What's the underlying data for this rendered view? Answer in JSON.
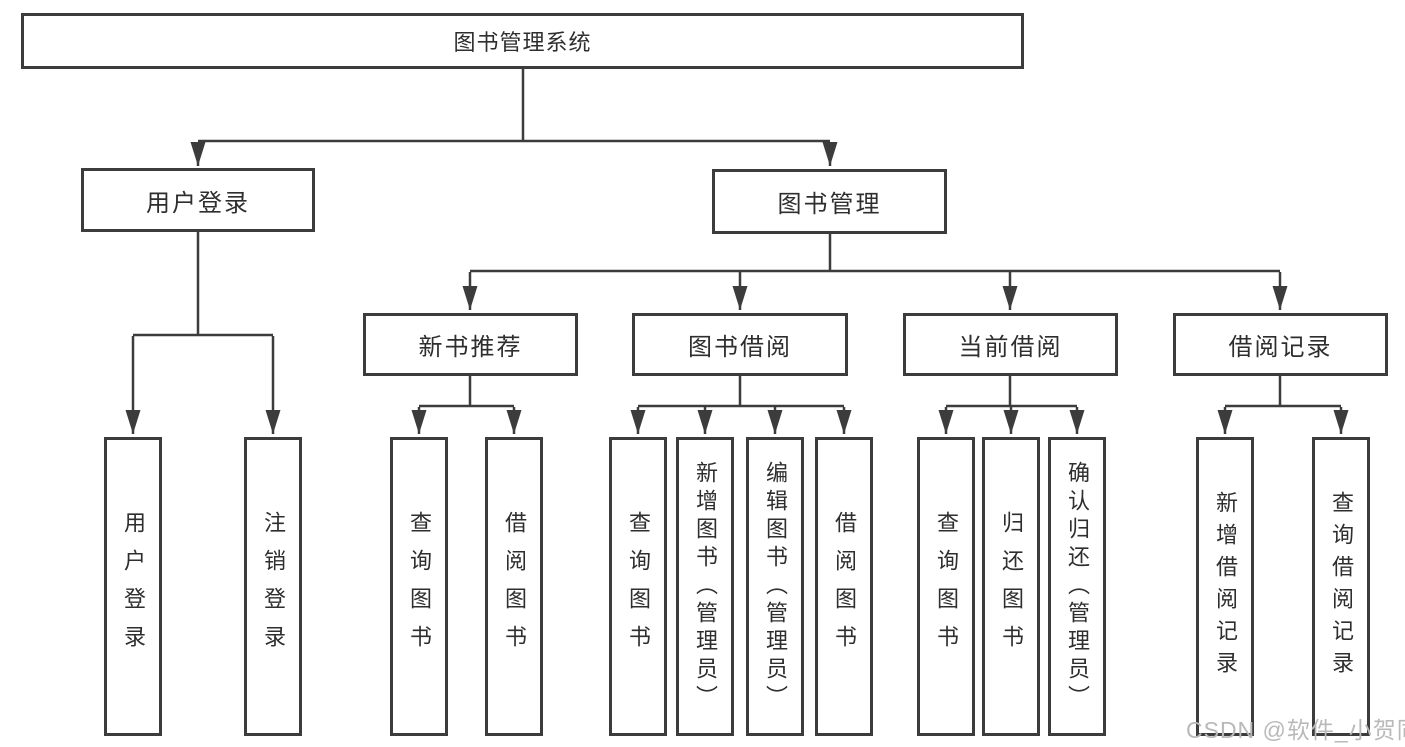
{
  "diagram": {
    "root": {
      "label": "图书管理系统"
    },
    "level2": [
      {
        "label": "用户登录"
      },
      {
        "label": "图书管理"
      }
    ],
    "level3": [
      {
        "label": "新书推荐"
      },
      {
        "label": "图书借阅"
      },
      {
        "label": "当前借阅"
      },
      {
        "label": "借阅记录"
      }
    ],
    "leaves": [
      {
        "label": "用户登录"
      },
      {
        "label": "注销登录"
      },
      {
        "label": "查询图书"
      },
      {
        "label": "借阅图书"
      },
      {
        "label": "查询图书"
      },
      {
        "label": "新增图书（管理员）"
      },
      {
        "label": "编辑图书（管理员）"
      },
      {
        "label": "借阅图书"
      },
      {
        "label": "查询图书"
      },
      {
        "label": "归还图书"
      },
      {
        "label": "确认归还（管理员）"
      },
      {
        "label": "新增借阅记录"
      },
      {
        "label": "查询借阅记录"
      }
    ]
  },
  "watermark": {
    "text": "CSDN @软件_小贺同学"
  },
  "colors": {
    "line": "#3c3c3c",
    "text": "#2e2e2e",
    "watermark": "#b9b9b9",
    "background": "#ffffff"
  }
}
